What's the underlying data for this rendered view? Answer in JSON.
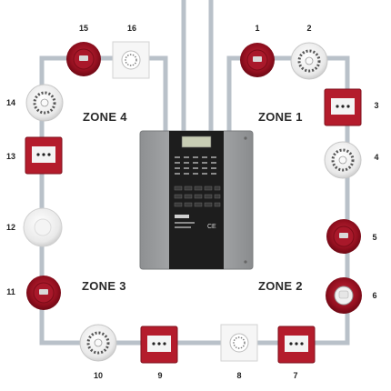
{
  "zones": {
    "zone1": "ZONE 1",
    "zone2": "ZONE 2",
    "zone3": "ZONE 3",
    "zone4": "ZONE 4"
  },
  "devices": {
    "d1": "1",
    "d2": "2",
    "d3": "3",
    "d4": "4",
    "d5": "5",
    "d6": "6",
    "d7": "7",
    "d8": "8",
    "d9": "9",
    "d10": "10",
    "d11": "11",
    "d12": "12",
    "d13": "13",
    "d14": "14",
    "d15": "15",
    "d16": "16"
  },
  "panel": {
    "ce_mark": "CE"
  },
  "colors": {
    "wire": "#b9c1c9",
    "sounder_red": "#9e1020",
    "call_point_red": "#b41c2c",
    "panel_grey": "#a8aaac",
    "panel_face": "#1c1c1c"
  }
}
